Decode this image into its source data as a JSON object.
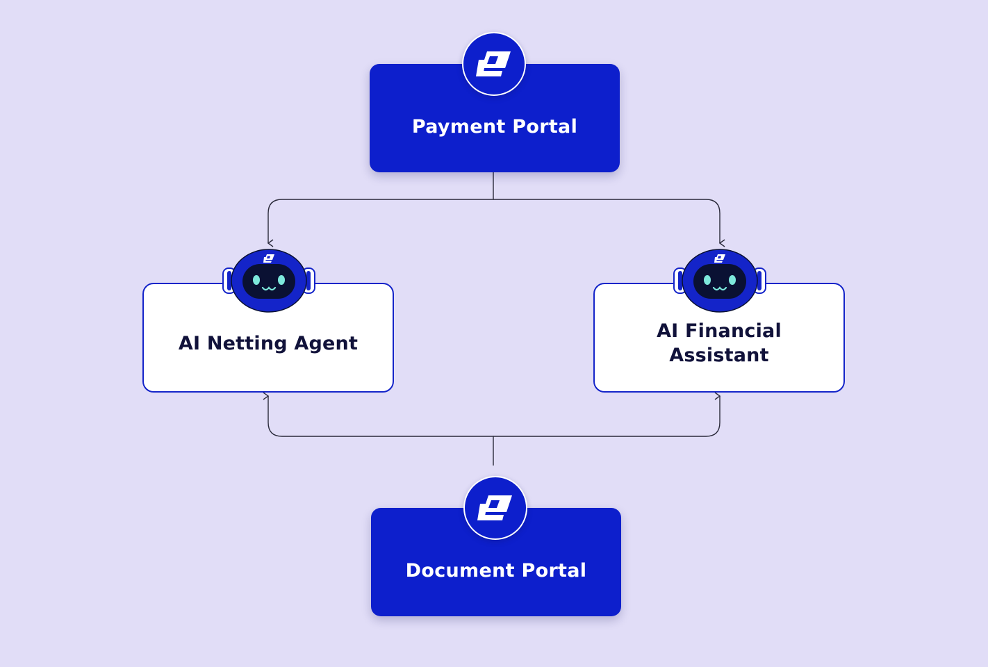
{
  "colors": {
    "background": "#e1ddf7",
    "portal_fill": "#0d1fcc",
    "agent_border": "#1424c9",
    "text_dark": "#11123a",
    "connector": "#2a2a3a",
    "robot_face": "#0a1133",
    "robot_eyes": "#7de8dc"
  },
  "nodes": {
    "payment_portal": {
      "label": "Payment Portal",
      "icon": "brand-logo-icon"
    },
    "netting_agent": {
      "label": "AI Netting Agent",
      "icon": "robot-icon"
    },
    "financial_assistant": {
      "label_line1": "AI Financial",
      "label_line2": "Assistant",
      "icon": "robot-icon"
    },
    "document_portal": {
      "label": "Document Portal",
      "icon": "brand-logo-icon"
    }
  },
  "edges": [
    {
      "from": "Payment Portal",
      "to": "AI Netting Agent"
    },
    {
      "from": "Payment Portal",
      "to": "AI Financial Assistant"
    },
    {
      "from": "Document Portal",
      "to": "AI Netting Agent"
    },
    {
      "from": "Document Portal",
      "to": "AI Financial Assistant"
    }
  ]
}
